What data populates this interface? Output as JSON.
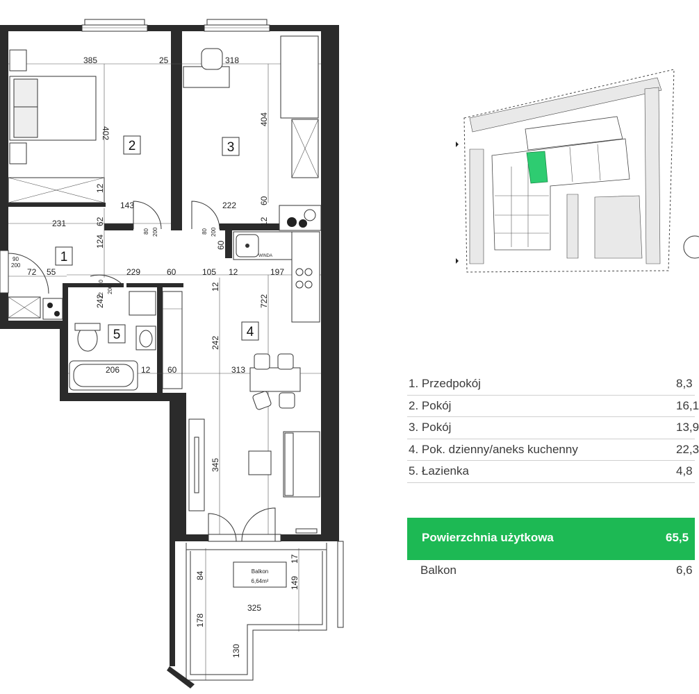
{
  "rooms": [
    {
      "number": "1",
      "name": "1. Przedpokój",
      "area": "8,3"
    },
    {
      "number": "2",
      "name": "2. Pokój",
      "area": "16,1"
    },
    {
      "number": "3",
      "name": "3. Pokój",
      "area": "13,9"
    },
    {
      "number": "4",
      "name": "4. Pok. dzienny/aneks kuchenny",
      "area": "22,3"
    },
    {
      "number": "5",
      "name": "5. Łazienka",
      "area": "4,8"
    }
  ],
  "total": {
    "label": "Powierzchnia użytkowa",
    "value": "65,5"
  },
  "balcony": {
    "label": "Balkon",
    "value": "6,6",
    "plan_label": "Balkon",
    "plan_area": "6,64m²"
  },
  "dimensions": {
    "d385": "385",
    "d25": "25",
    "d318": "318",
    "d402": "402",
    "d404": "404",
    "d143": "143",
    "d222": "222",
    "d12a": "12",
    "d12b": "12",
    "d60a": "60",
    "d231": "231",
    "d62": "62",
    "d124": "124",
    "d80a": "80",
    "d200a": "200",
    "d80b": "80",
    "d200b": "200",
    "d60b": "60",
    "d90": "90",
    "d200c": "200",
    "d72": "72",
    "d55": "55",
    "d229": "229",
    "d60c": "60",
    "d105": "105",
    "d12c": "12",
    "d197": "197",
    "d12d": "12",
    "d80c": "80",
    "d200d": "200",
    "d12e": "12",
    "d722": "722",
    "d242a": "242",
    "d242b": "242",
    "d206": "206",
    "d12f": "12",
    "d60d": "60",
    "d313": "313",
    "d345": "345",
    "d84": "84",
    "d17": "17",
    "d149": "149",
    "d325": "325",
    "d178": "178",
    "d130": "130"
  },
  "labels": {
    "winda": "WINDA"
  },
  "colors": {
    "accent": "#1db954",
    "highlight": "#2ecc71",
    "wall": "#2b2b2b"
  }
}
